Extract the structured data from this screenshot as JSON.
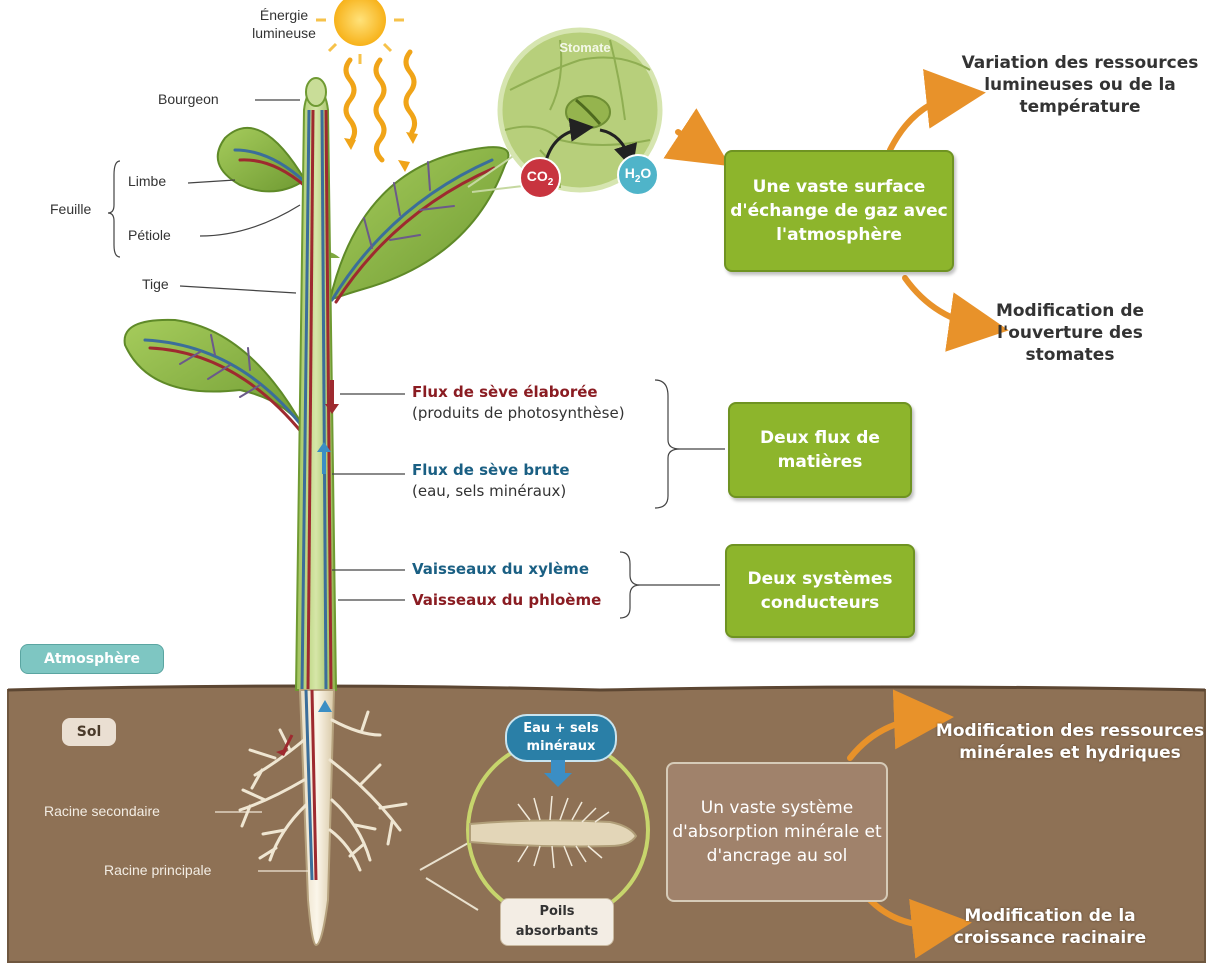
{
  "plant": {
    "energy_label": "Énergie\nlumineuse",
    "bud": "Bourgeon",
    "leaf": "Feuille",
    "blade": "Limbe",
    "petiole": "Pétiole",
    "stem": "Tige",
    "secondary_root": "Racine secondaire",
    "main_root": "Racine principale"
  },
  "stomata": {
    "title": "Stomate",
    "co2": "CO",
    "co2_sub": "2",
    "h2o_h": "H",
    "h2o_sub": "2",
    "h2o_o": "O"
  },
  "top": {
    "box": "Une vaste surface d'échange de gaz avec l'atmosphère",
    "factor1": "Variation des ressources lumineuses ou de la température",
    "factor2": "Modification de l'ouverture des stomates"
  },
  "flows": {
    "elaborated_title": "Flux de sève élaborée",
    "elaborated_detail": "(produits de photosynthèse)",
    "raw_title": "Flux de sève brute",
    "raw_detail": "(eau, sels minéraux)",
    "box": "Deux flux de matières"
  },
  "vessels": {
    "xylem": "Vaisseaux du xylème",
    "phloem": "Vaisseaux du phloème",
    "box": "Deux systèmes conducteurs"
  },
  "zones": {
    "atmosphere": "Atmosphère",
    "soil": "Sol"
  },
  "soil_section": {
    "water_tag": "Eau + sels minéraux",
    "hairs_tag": "Poils absorbants",
    "box": "Un vaste système d'absorption minérale et d'ancrage au sol",
    "factor1": "Modification des ressources minérales et hydriques",
    "factor2": "Modification de la croissance racinaire"
  }
}
